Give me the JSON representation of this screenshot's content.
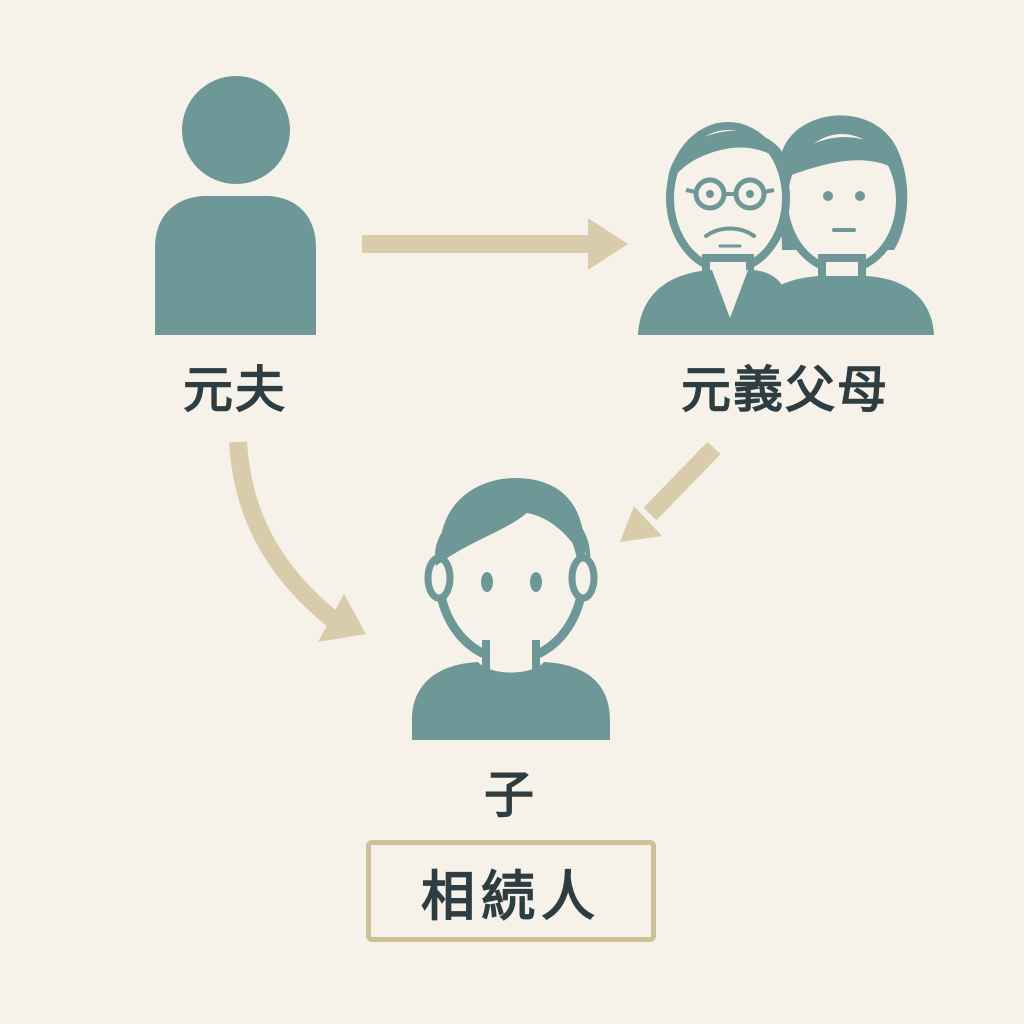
{
  "colors": {
    "background": "#f6f2e9",
    "figure": "#6e9797",
    "arrow": "#d8ccaa",
    "text": "#2e3d42",
    "box_border": "#cdbf98"
  },
  "nodes": {
    "ex_husband": {
      "label": "元夫",
      "icon": "person-icon"
    },
    "ex_inlaws": {
      "label": "元義父母",
      "icon": "elderly-couple-icon"
    },
    "child": {
      "label": "子",
      "icon": "child-icon"
    }
  },
  "heir_box": {
    "label": "相続人"
  },
  "edges": [
    {
      "from": "ex_husband",
      "to": "ex_inlaws"
    },
    {
      "from": "ex_husband",
      "to": "child"
    },
    {
      "from": "ex_inlaws",
      "to": "child"
    }
  ]
}
